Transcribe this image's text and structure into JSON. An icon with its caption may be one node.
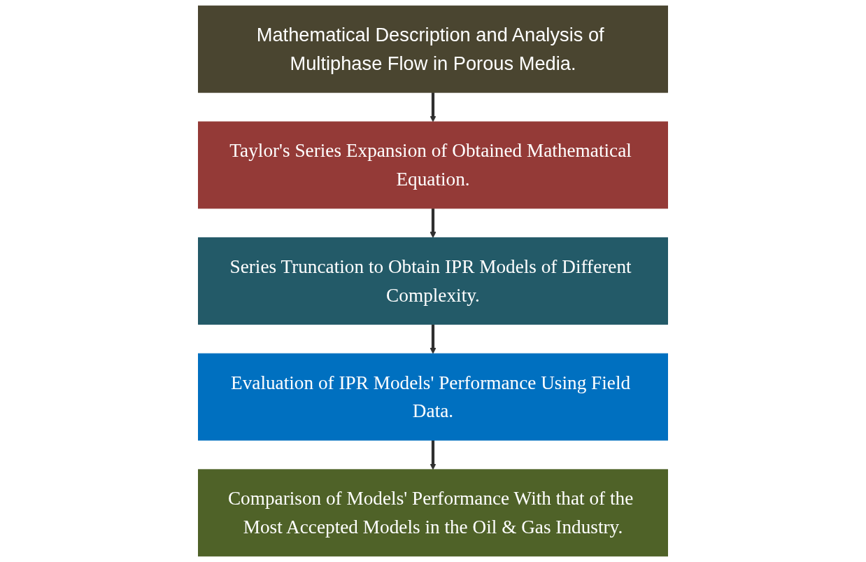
{
  "diagram": {
    "nodes": [
      {
        "text": [
          "Mathematical Description and Analysis of Multiphase Flow in Porous Media."
        ]
      },
      {
        "text": [
          "Taylor's Series Expansion of Obtained Mathematical Equation."
        ]
      },
      {
        "text": [
          "Series Truncation to Obtain IPR Models of Different Complexity."
        ]
      },
      {
        "text": [
          "Evaluation of IPR Models' Performance Using Field Data."
        ]
      },
      {
        "text": [
          "Comparison of Models' Performance With that of the Most Accepted Models in the Oil & Gas Industry."
        ]
      }
    ],
    "edges": [
      {
        "from": 0,
        "to": 1,
        "arrow": "to"
      },
      {
        "from": 1,
        "to": 2,
        "arrow": "to"
      },
      {
        "from": 2,
        "to": 3,
        "arrow": "to"
      },
      {
        "from": 3,
        "to": 4,
        "arrow": "to"
      }
    ]
  }
}
